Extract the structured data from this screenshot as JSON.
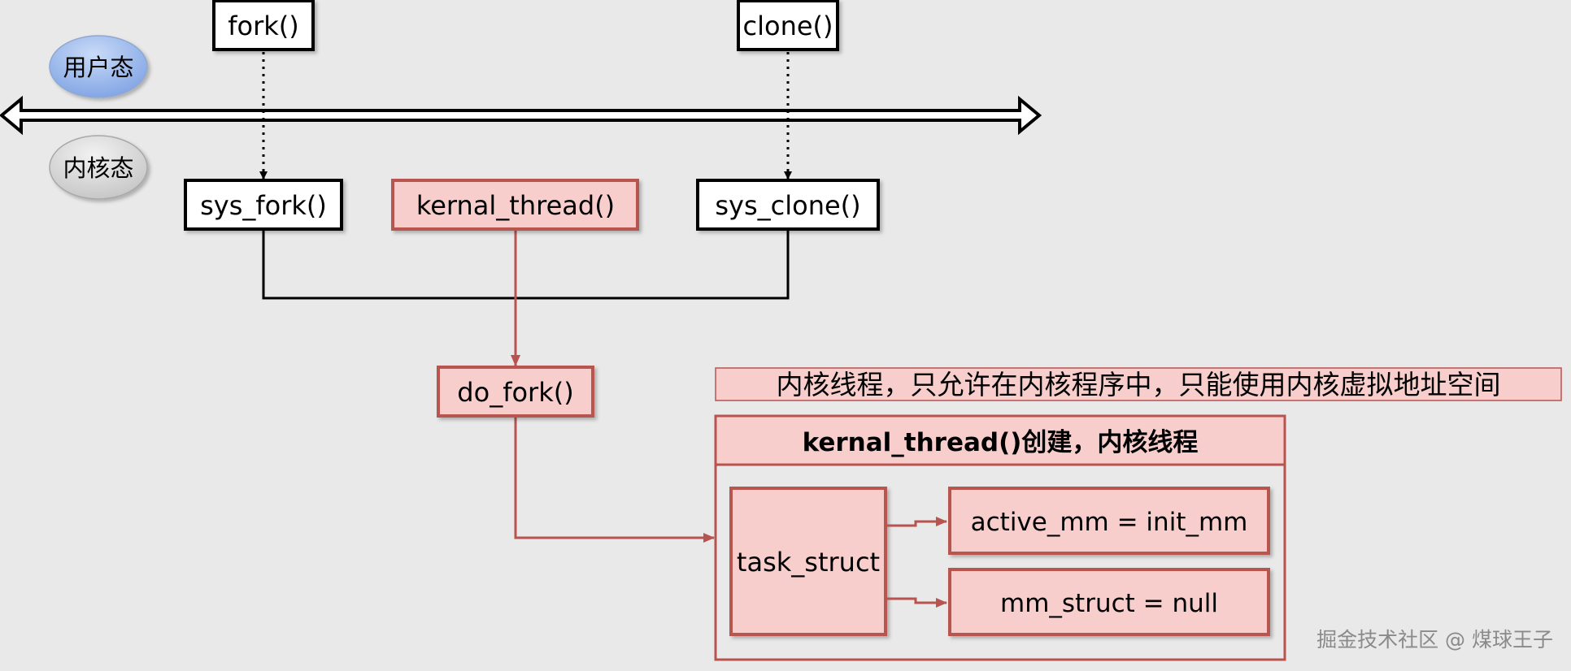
{
  "user_mode": {
    "label": "用户态",
    "color": "#8aaeea"
  },
  "kernel_mode": {
    "label": "内核态",
    "color": "#d6d6d6"
  },
  "user_calls": {
    "fork": "fork()",
    "clone": "clone()"
  },
  "syscalls": {
    "sys_fork": "sys_fork()",
    "kernal_thread": "kernal_thread()",
    "sys_clone": "sys_clone()"
  },
  "do_fork": "do_fork()",
  "note": "内核线程，只允许在内核程序中，只能使用内核虚拟地址空间",
  "kernel_thread_box": {
    "title": "kernal_thread()创建，内核线程",
    "task_struct": "task_struct",
    "active_mm": "active_mm = init_mm",
    "mm_struct": "mm_struct = null"
  },
  "watermark": "掘金技术社区 @ 煤球王子",
  "colors": {
    "pink_fill": "#f8cecc",
    "red_stroke": "#b85450",
    "black": "#000000"
  }
}
